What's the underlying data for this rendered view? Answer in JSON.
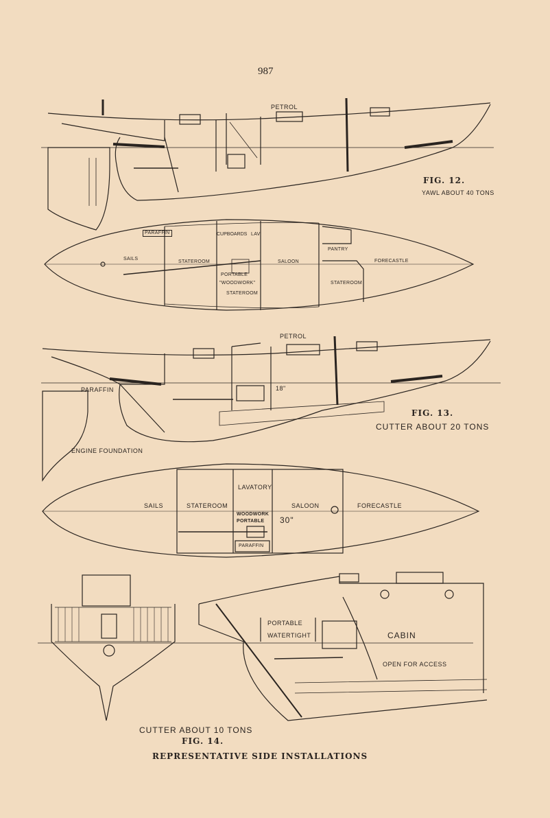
{
  "page_number": "987",
  "caption": "REPRESENTATIVE SIDE INSTALLATIONS",
  "colors": {
    "paper": "#f2dcc0",
    "ink": "#2a2420"
  },
  "fig12": {
    "label": "FIG. 12.",
    "subtitle": "YAWL ABOUT 40 TONS",
    "profile_labels": {
      "petrol": "PETROL"
    },
    "plan_labels": {
      "paraffin": "PARAFFIN",
      "sails": "SAILS",
      "stateroom_aft": "STATEROOM",
      "cupboards": "CUPBOARDS",
      "lav": "LAV",
      "portable": "PORTABLE",
      "woodwork": "\"WOODWORK\"",
      "stateroom_mid": "STATEROOM",
      "saloon": "SALOON",
      "pantry": "PANTRY",
      "stateroom_fwd": "STATEROOM",
      "forecastle": "FORECASTLE"
    }
  },
  "fig13": {
    "label": "FIG. 13.",
    "subtitle": "CUTTER ABOUT 20 TONS",
    "profile_labels": {
      "petrol": "PETROL",
      "paraffin": "PARAFFIN",
      "engine_foundation": "ENGINE FOUNDATION",
      "dimension": "18\""
    },
    "plan_labels": {
      "sails": "SAILS",
      "stateroom": "STATEROOM",
      "lavatory": "LAVATORY",
      "woodwork": "WOODWORK",
      "portable": "PORTABLE",
      "dimension": "30\"",
      "saloon": "SALOON",
      "forecastle": "FORECASTLE",
      "paraffin": "PARAFFIN"
    }
  },
  "fig14": {
    "label": "FIG. 14.",
    "subtitle": "CUTTER ABOUT 10 TONS",
    "labels": {
      "portable": "PORTABLE",
      "watertight": "WATERTIGHT",
      "cabin": "CABIN",
      "open_for_access": "OPEN FOR ACCESS"
    }
  }
}
